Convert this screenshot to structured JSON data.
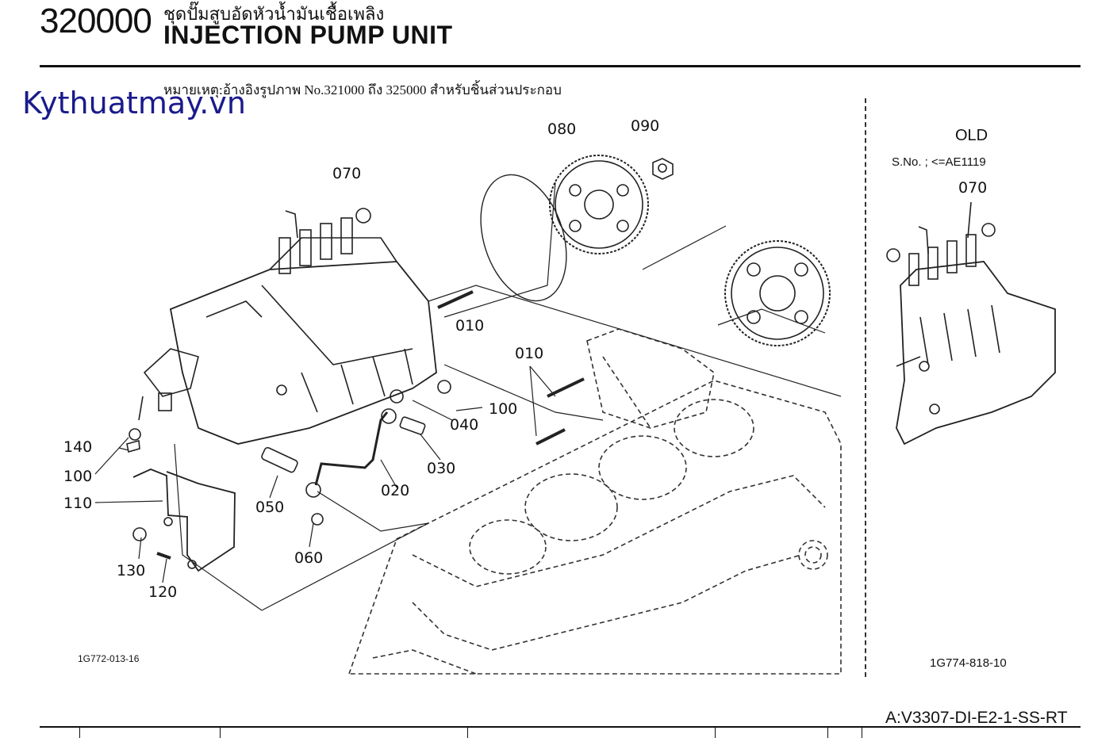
{
  "header": {
    "page_number": "320000",
    "title_thai": "ชุดปั๊มสูบอัดหัวน้ำมันเชื้อเพลิง",
    "title_english": "INJECTION PUMP UNIT",
    "note": "หมายเหตุ:อ้างอิงรูปภาพ No.321000 ถึง 325000 สำหรับชิ้นส่วนประกอบ"
  },
  "watermark": "Kythuatmay.vn",
  "old_panel": {
    "label": "OLD",
    "serial_note": "S.No. ; <=AE1119",
    "callout": "070",
    "drawing_ref": "1G774-818-10"
  },
  "main_panel": {
    "drawing_ref": "1G772-013-16",
    "callouts": [
      "070",
      "080",
      "090",
      "010",
      "010",
      "100",
      "040",
      "030",
      "140",
      "100",
      "110",
      "050",
      "020",
      "060",
      "130",
      "120"
    ]
  },
  "footer": {
    "model_code": "A:V3307-DI-E2-1-SS-RT"
  },
  "icons": {
    "pump": "injection-pump-drawing",
    "gear": "gear-drawing",
    "engine": "engine-block-drawing"
  }
}
